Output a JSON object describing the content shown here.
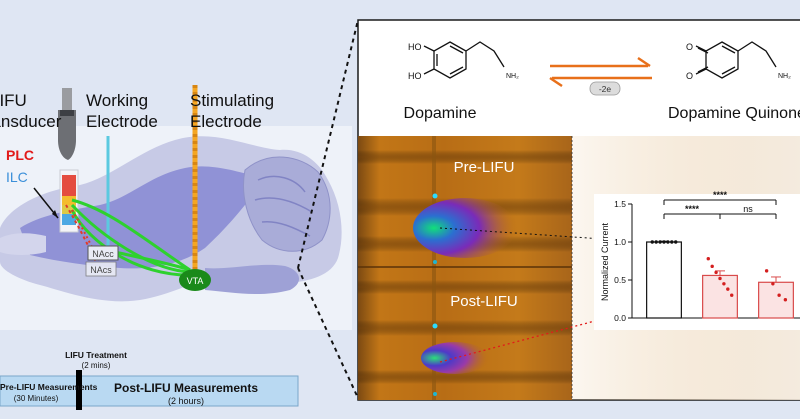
{
  "brain_panel": {
    "transducer_label_1": "LIFU",
    "transducer_label_2": "Transducer",
    "working_label_1": "Working",
    "working_label_2": "Electrode",
    "stimulating_label_1": "Stimulating",
    "stimulating_label_2": "Electrode",
    "plc": "PLC",
    "ilc": "ILC",
    "nac_core": "NAcc",
    "nac_shell": "NAcs",
    "vta": "VTA"
  },
  "timeline": {
    "treatment_label": "LIFU Treatment",
    "treatment_duration": "(2 mins)",
    "pre_label": "Pre-LIFU Measurements",
    "pre_duration": "(30 Minutes)",
    "post_label": "Post-LIFU  Measurements",
    "post_duration": "(2 hours)"
  },
  "reaction": {
    "reactant": "Dopamine",
    "product": "Dopamine Quinone",
    "electrons": "-2e",
    "reactant_ho1": "HO",
    "reactant_ho2": "HO",
    "reactant_nh2": "NH₂",
    "product_o1": "O",
    "product_o2": "O",
    "product_nh2": "NH₂"
  },
  "colorplots": {
    "pre_label": "Pre-LIFU",
    "post_label": "Post-LIFU"
  },
  "chart_data": {
    "type": "bar",
    "ylabel": "Normalized Current",
    "ylim": [
      0,
      1.5
    ],
    "yticks": [
      "0.0",
      "0.5",
      "1.0",
      "1.5"
    ],
    "categories": [
      "",
      "",
      ""
    ],
    "values": [
      1.0,
      0.56,
      0.47
    ],
    "errors": [
      0.01,
      0.06,
      0.07
    ],
    "points": [
      [
        1.0,
        1.0,
        1.0,
        1.0,
        1.0,
        1.0,
        1.0
      ],
      [
        0.78,
        0.68,
        0.6,
        0.52,
        0.45,
        0.38,
        0.3
      ],
      [
        0.62,
        0.45,
        0.3,
        0.24
      ]
    ],
    "significance": [
      {
        "from": 0,
        "to": 2,
        "label": "****"
      },
      {
        "from": 0,
        "to": 1,
        "label": "****"
      },
      {
        "from": 1,
        "to": 2,
        "label": "ns"
      }
    ]
  },
  "colors": {
    "background": "#dfe6f3",
    "chart_bar_edge": "#d94a4a",
    "nerve_green": "#2ed12e",
    "electrode_cyan": "#5bc9e0",
    "electrode_orange": "#f5a623",
    "arrow_orange": "#e8701a"
  }
}
